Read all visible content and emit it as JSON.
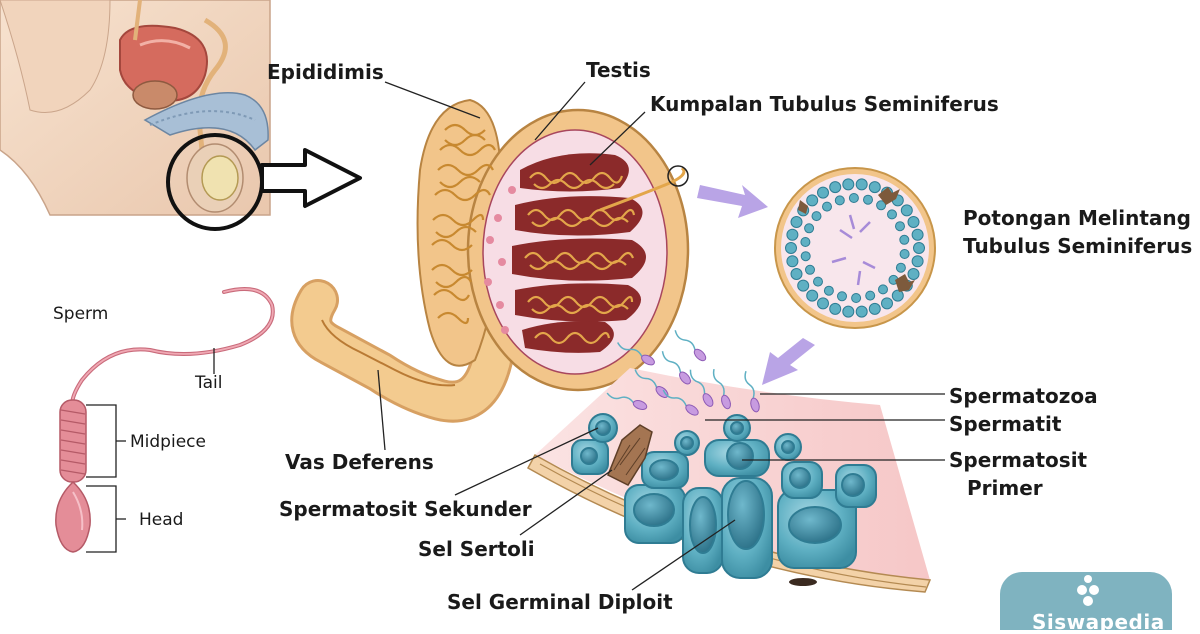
{
  "labels": {
    "epididimis": "Epididimis",
    "testis": "Testis",
    "kumpalan": "Kumpalan Tubulus Seminiferus",
    "potongan_line1": "Potongan Melintang",
    "potongan_line2": "Tubulus Seminiferus",
    "spermatozoa": "Spermatozoa",
    "spermatit": "Spermatit",
    "spermatosit_primer_line1": "Spermatosit",
    "spermatosit_primer_line2": "Primer",
    "vas_deferens": "Vas Deferens",
    "spermatosit_sekunder": "Spermatosit Sekunder",
    "sel_sertoli": "Sel Sertoli",
    "sel_germinal": "Sel Germinal Diploit"
  },
  "sperm": {
    "title": "Sperm",
    "tail": "Tail",
    "midpiece": "Midpiece",
    "head": "Head"
  },
  "logo": {
    "text": "Siswapedia"
  },
  "colors": {
    "skin": "#f3d9c3",
    "testis_outer": "#f2c58a",
    "tubule": "#8b2a2a",
    "tubule_coil": "#e3a64a",
    "interior": "#f7dde5",
    "cell": "#5fb0c3",
    "cell_dark": "#2f7c93",
    "sperm_head": "#c79be0",
    "arrow": "#b9a4e6",
    "logo_bg": "#7fb3c0"
  }
}
